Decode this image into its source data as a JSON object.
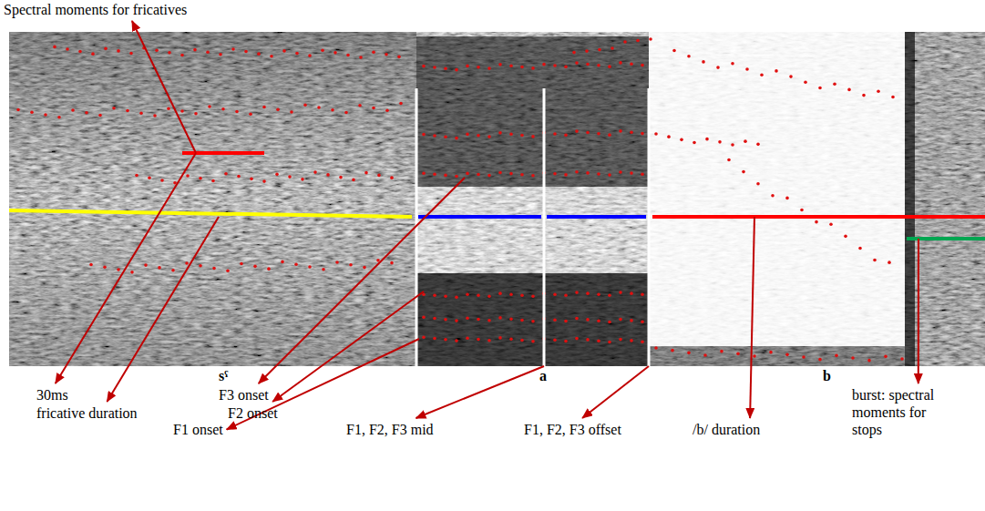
{
  "diagram": {
    "labels": [
      "Spectral moments for fricatives",
      "sˤ",
      "a",
      "b",
      "30ms",
      "fricative duration",
      "F3 onset",
      "F2 onset",
      "F1 onset",
      "F1, F2, F3 mid",
      "F1, F2, F3 offset",
      "/b/ duration",
      "burst: spectral moments for stops"
    ]
  }
}
